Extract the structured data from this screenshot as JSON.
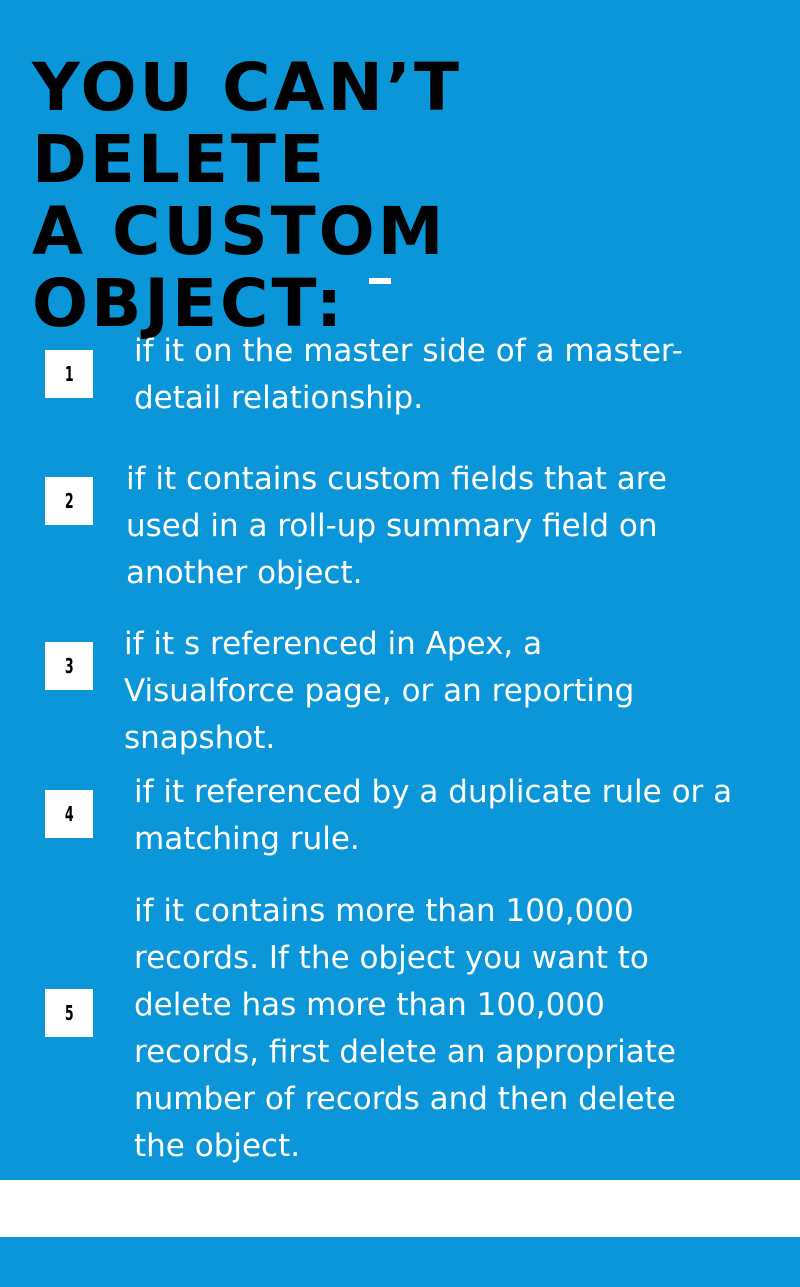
{
  "title": "YOU CAN’T DELETE\nA CUSTOM\nOBJECT:",
  "colors": {
    "background": "#0a96d8",
    "title": "#000000",
    "text": "#ffffff",
    "badge": "#ffffff"
  },
  "items": [
    {
      "number": "1",
      "text": "if it on the master side of a master-detail relationship."
    },
    {
      "number": "2",
      "text": "if it contains custom fields that are used in a roll-up summary field on another object."
    },
    {
      "number": "3",
      "text": "if it s referenced in Apex, a Visualforce page, or an reporting snapshot."
    },
    {
      "number": "4",
      "text": "if it referenced by a duplicate rule or a matching rule."
    },
    {
      "number": "5",
      "text": "if it contains more than 100,000 records. If the object you want to delete has more than 100,000 records, first delete an appropriate number of records and then delete the object."
    }
  ]
}
